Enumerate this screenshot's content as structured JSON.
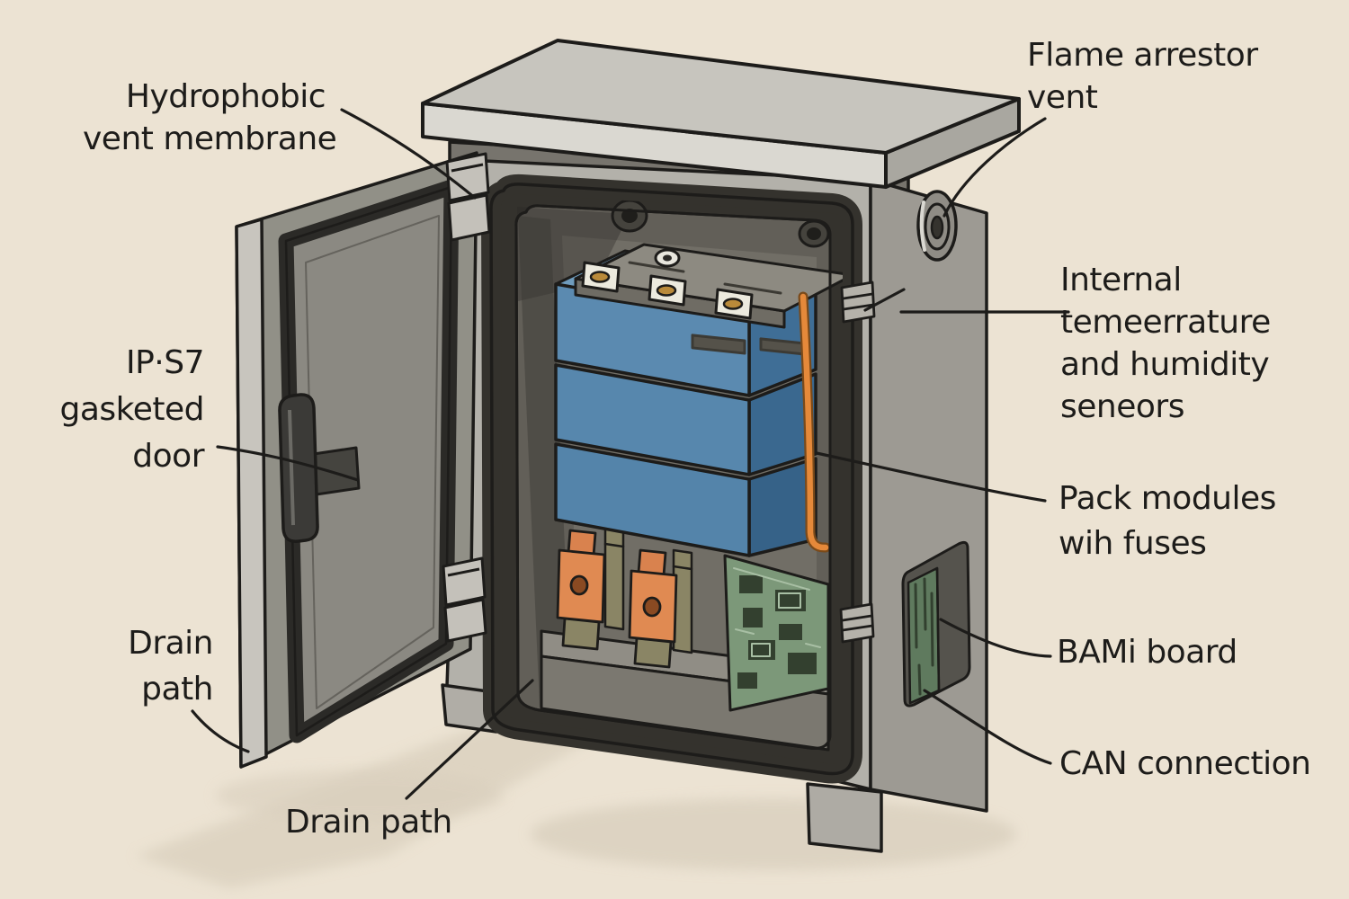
{
  "page": {
    "background_color": "#ece3d3",
    "text_color": "#1d1c1a",
    "description": "Cutaway technical illustration of a sealed outdoor battery enclosure with open gasketed door, battery module stack, fuses and electronics, annotated with nine callout labels"
  },
  "diagram": {
    "labels": {
      "hydrophobic_vent_membrane": {
        "lines": [
          "Hydrophobic",
          "vent membrane"
        ]
      },
      "flame_arrestor_vent": {
        "lines": [
          "Flame arrestor",
          "vent"
        ]
      },
      "gasketed_door": {
        "lines": [
          "IP·S7",
          "gasketed",
          "door"
        ]
      },
      "internal_sensors": {
        "lines": [
          "Internal",
          "temeerrature",
          "and humidity",
          "seneors"
        ]
      },
      "pack_modules": {
        "lines": [
          "Pack modules",
          "wih fuses"
        ]
      },
      "bami_board": {
        "lines": [
          "BAMi board"
        ]
      },
      "can_connection": {
        "lines": [
          "CAN connection"
        ]
      },
      "drain_path_left": {
        "lines": [
          "Drain",
          "path"
        ]
      },
      "drain_path_bottom": {
        "lines": [
          "Drain path"
        ]
      }
    },
    "palette": {
      "background": "#ece3d3",
      "ink_outline": "#1d1c1a",
      "enclosure_front": "#b3b1aa",
      "enclosure_side": "#9d9a93",
      "lid_top": "#c7c5be",
      "lid_edge_light": "#dad8d1",
      "door_face": "#919087",
      "door_edge": "#c8c5be",
      "gasket_dark": "#2b2a27",
      "interior_dark": "#5f5c55",
      "module_blue": "#5b8ab0",
      "module_blue_side": "#3f6e96",
      "fuse_orange": "#e08a52",
      "cable_orange": "#e5893a",
      "pcb_green": "#7c9879",
      "post_olive": "#8a8565",
      "terminal_white": "#eceade",
      "terminal_brass": "#b98a3a"
    }
  }
}
